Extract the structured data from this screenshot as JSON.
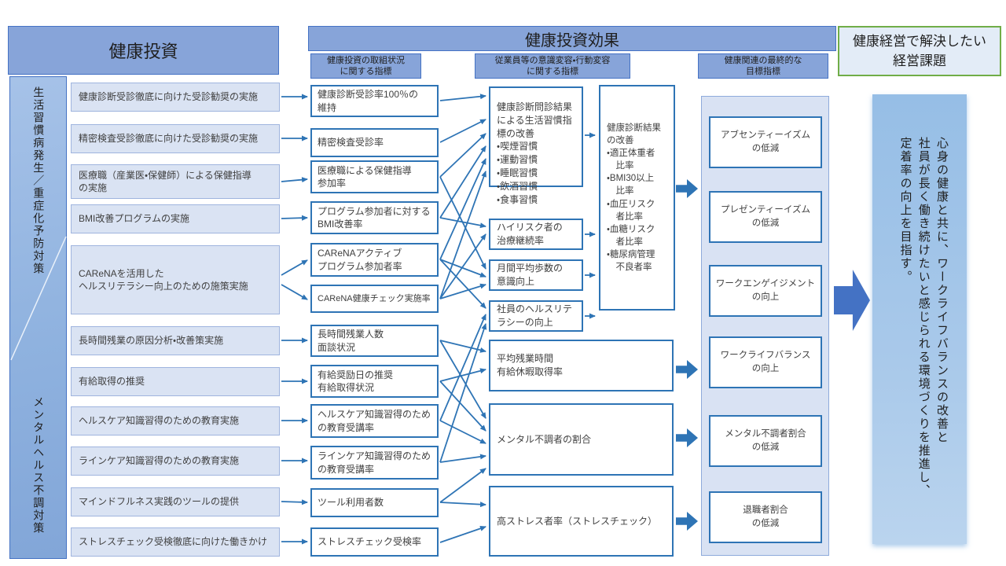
{
  "page": {
    "investment_title": "健康投資",
    "effect_title": "健康投資効果",
    "issue_title": "健康経営で解決したい\n経営課題",
    "col_initiative_header": "健康投資の取組状況\nに関する指標",
    "col_behavior_header": "従業員等の意識変容・行動変容\nに関する指標",
    "col_goal_header": "健康関連の最終的な\n目標指標"
  },
  "categories": {
    "lifestyle": "生活習慣病発生／重症化予防対策",
    "mental": "メンタルヘルス不調対策"
  },
  "measures": [
    "健康診断受診徹底に向けた受診勧奨の実施",
    "精密検査受診徹底に向けた受診勧奨の実施",
    "医療職（産業医・保健師）による保健指導\nの実施",
    "BMI改善プログラムの実施",
    "CAReNAを活用した\nヘルスリテラシー向上のための施策実施",
    "長時間残業の原因分析・改善策実施",
    "有給取得の推奨",
    "ヘルスケア知識習得のための教育実施",
    "ラインケア知識習得のための教育実施",
    "マインドフルネス実践のツールの提供",
    "ストレスチェック受検徹底に向けた働きかけ"
  ],
  "kpis": [
    "健康診断受診率100％の\n維持",
    "精密検査受診率",
    "医療職による保健指導\n参加率",
    "プログラム参加者に対する\nBMI改善率",
    "CAReNAアクティブ\nプログラム参加者率",
    "CAReNA健康チェック実施率",
    "長時間残業人数\n面談状況",
    "有給奨励日の推奨\n有給取得状況",
    "ヘルスケア知識習得のため\nの教育受講率",
    "ラインケア知識習得のため\nの教育受講率",
    "ツール利用者数",
    "ストレスチェック受検率"
  ],
  "behaviors": [
    "健康診断問診結果\nによる生活習慣指\n標の改善\n・喫煙習慣\n・運動習慣\n・睡眠習慣\n・飲酒習慣\n・食事習慣",
    "ハイリスク者の\n治療継続率",
    "月間平均歩数の\n意識向上",
    "社員のヘルスリテ\nラシーの向上",
    "平均残業時間\n有給休暇取得率",
    "メンタル不調者の割合",
    "高ストレス者率（ストレスチェック）"
  ],
  "health_result": "健康診断結果\nの改善\n・適正体重者\n　比率\n・BMI30以上\n　比率\n・血圧リスク\n　者比率\n・血糖リスク\n　者比率\n・糖尿病管理\n　不良者率",
  "goals": [
    "アブセンティーイズム\nの低減",
    "プレゼンティーイズム\nの低減",
    "ワークエンゲイジメント\nの向上",
    "ワークライフバランス\nの向上",
    "メンタル不調者割合\nの低減",
    "退職者割合\nの低減"
  ],
  "vision": "心身の健康と共に、ワークライフバランスの改善と\n社員が長く働き続けたいと感じられる環境づくりを推進し、\n定着率の向上を目指す。",
  "colors": {
    "header_fill": "#87A4D9",
    "border_blue": "#2E74B5",
    "accent_blue": "#4472C4",
    "light_fill": "#DAE3F3",
    "green_border": "#70AD47"
  }
}
